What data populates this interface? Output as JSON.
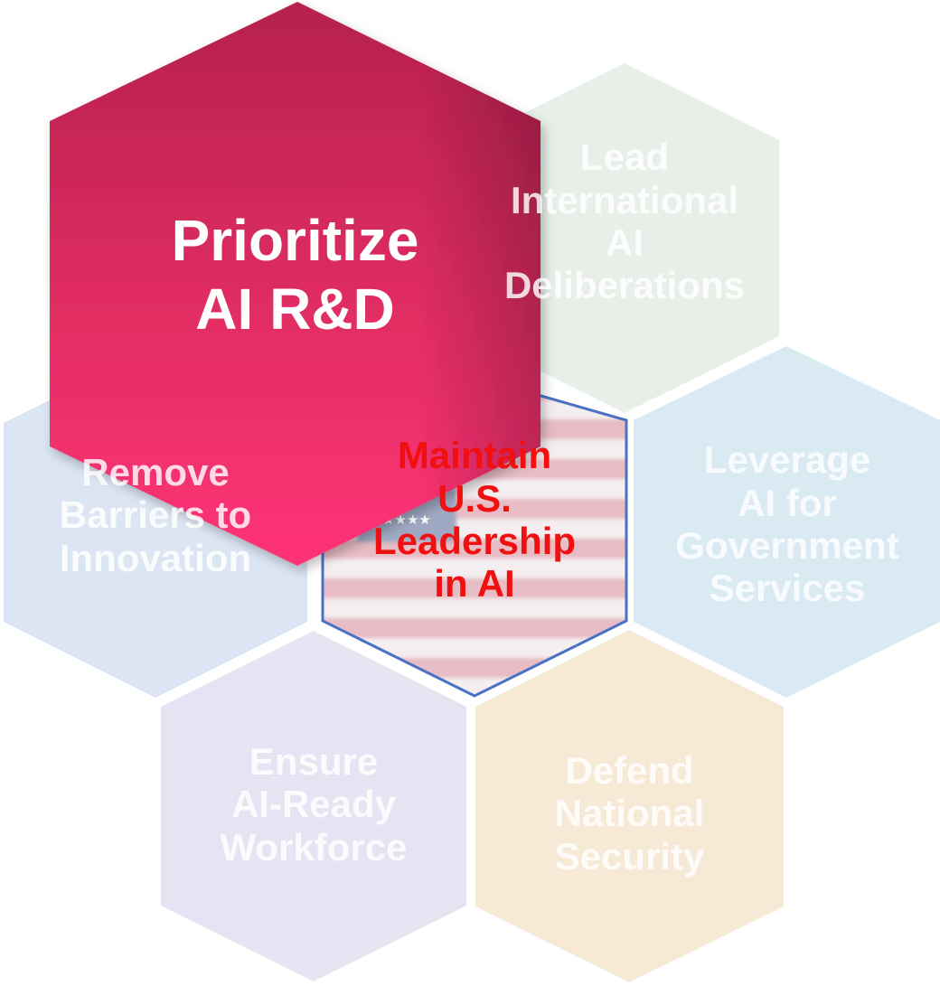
{
  "hexagons": {
    "lead_international": {
      "lines": [
        "Lead",
        "International",
        "AI",
        "Deliberations"
      ],
      "fill": "#e8efe9"
    },
    "leverage_ai": {
      "lines": [
        "Leverage",
        "AI for",
        "Government",
        "Services"
      ],
      "fill": "#d9eaf3"
    },
    "defend_security": {
      "lines": [
        "Defend",
        "National",
        "Security"
      ],
      "fill": "#f6e9d6"
    },
    "ensure_workforce": {
      "lines": [
        "Ensure",
        "AI-Ready",
        "Workforce"
      ],
      "fill": "#e8e3f2"
    },
    "remove_barriers": {
      "lines": [
        "Remove",
        "Barriers to",
        "Innovation"
      ],
      "fill": "#dce5f3"
    },
    "center": {
      "lines": [
        "Maintain",
        "U.S.",
        "Leadership",
        "in AI"
      ],
      "outline": "#4a72c4",
      "text_color": "#f01010"
    },
    "prioritize": {
      "lines": [
        "Prioritize",
        "AI R&D"
      ],
      "fill_top": "#b5204d",
      "fill_bottom": "#ff3377"
    }
  }
}
